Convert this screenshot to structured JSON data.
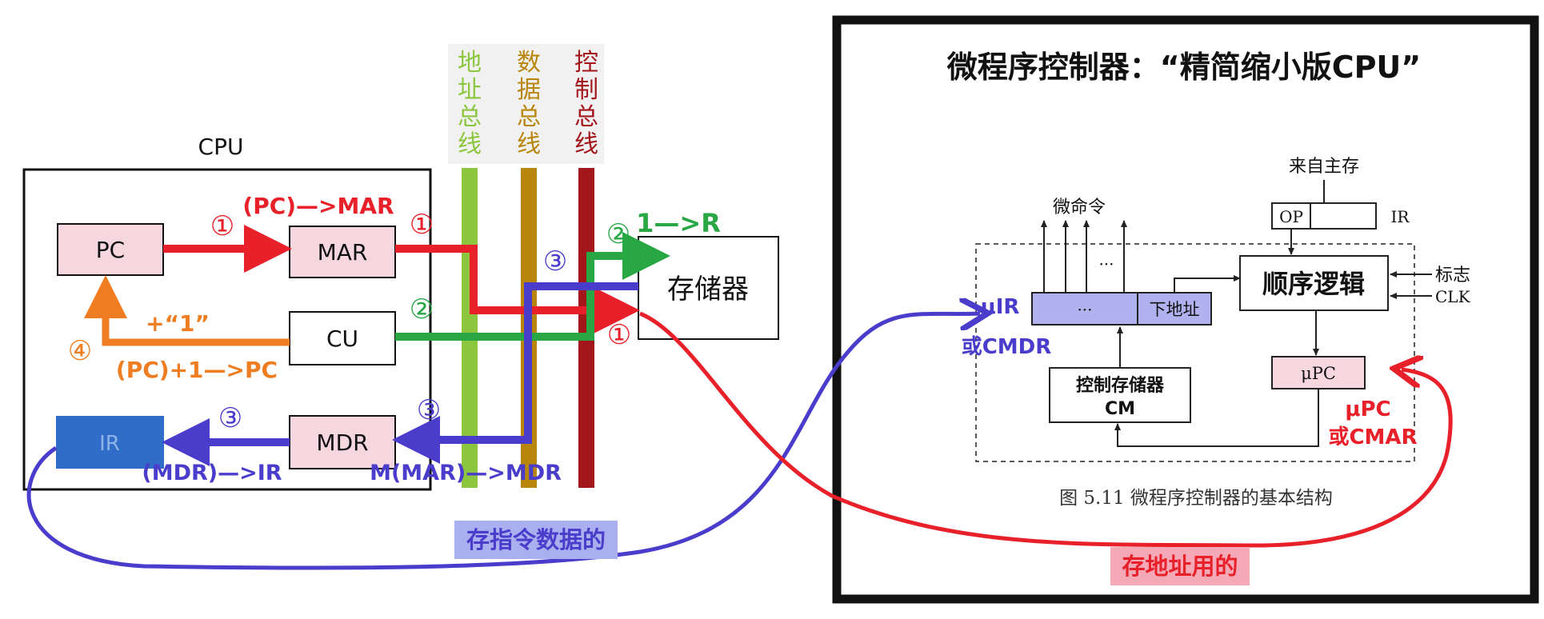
{
  "colors": {
    "red": "#e8202a",
    "green": "#2aa745",
    "blue": "#4b3dcc",
    "orange": "#ef7d22",
    "pink_fill": "#f6d7e0",
    "addr_bus": "#8cc63f",
    "data_bus": "#b8860b",
    "ctrl_bus": "#a3161b",
    "ir_fill": "#2f6dc8",
    "uir_fill": "#b0b2ef",
    "blue_label_bg": "#aab0ef",
    "red_label_bg": "#f5a8b5"
  },
  "cpu": {
    "title": "CPU",
    "pc": "PC",
    "mar": "MAR",
    "cu": "CU",
    "mdr": "MDR",
    "ir": "IR"
  },
  "buses": {
    "address": "地址总线",
    "data": "数据总线",
    "control": "控制总线"
  },
  "memory": {
    "label": "存储器"
  },
  "steps": {
    "one": "①",
    "two": "②",
    "three": "③",
    "four": "④",
    "pc_to_mar": "(PC)—>MAR",
    "one_to_r": "1—>R",
    "plus_one": "+“1”",
    "pc_plus_one": "(PC)+1—>PC",
    "mdr_to_ir": "(MDR)—>IR",
    "mem_to_mdr": "M(MAR)—>MDR"
  },
  "micro": {
    "title": "微程序控制器：“精简缩小版CPU”",
    "micro_command": "微命令",
    "from_main_memory": "来自主存",
    "op": "OP",
    "ir": "IR",
    "sequence_logic": "顺序逻辑",
    "flags": "标志",
    "clk": "CLK",
    "uir_dots": "···",
    "next_addr": "下地址",
    "cm_line1": "控制存储器",
    "cm_line2": "CM",
    "upc": "μPC",
    "uir_label_line1": "μIR",
    "uir_label_line2": "或CMDR",
    "upc_label_line1": "μPC",
    "upc_label_line2": "或CMAR",
    "caption": "图 5.11    微程序控制器的基本结构",
    "cmd_dots": "···"
  },
  "annotations": {
    "blue_note": "存指令数据的",
    "red_note": "存地址用的"
  }
}
